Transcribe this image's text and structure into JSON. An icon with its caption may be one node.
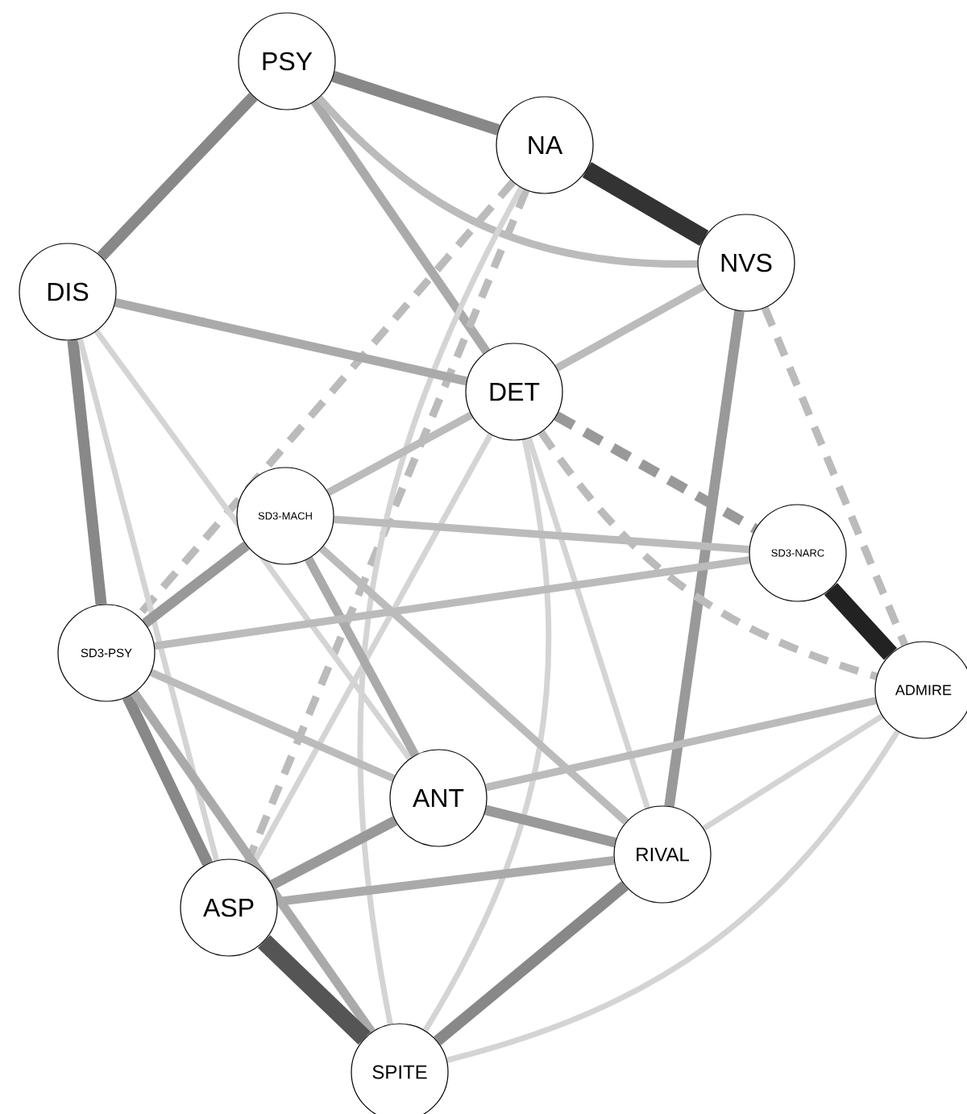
{
  "diagram": {
    "nodes": [
      {
        "text": [
          "PSY"
        ]
      },
      {
        "text": [
          "NA"
        ]
      },
      {
        "text": [
          "NVS"
        ]
      },
      {
        "text": [
          "DIS"
        ]
      },
      {
        "text": [
          "DET"
        ]
      },
      {
        "text": [
          "SD3-MACH"
        ]
      },
      {
        "text": [
          "SD3-NARC"
        ]
      },
      {
        "text": [
          "SD3-PSY"
        ]
      },
      {
        "text": [
          "ADMIRE"
        ]
      },
      {
        "text": [
          "ANT"
        ]
      },
      {
        "text": [
          "RIVAL"
        ]
      },
      {
        "text": [
          "ASP"
        ]
      },
      {
        "text": [
          "SPITE"
        ]
      }
    ],
    "edges": [
      {
        "from": 0,
        "to": 1,
        "arrow": "none",
        "color": "#888888"
      },
      {
        "from": 0,
        "to": 3,
        "arrow": "none",
        "color": "#888888"
      },
      {
        "from": 0,
        "to": 4,
        "arrow": "none",
        "color": "#aaaaaa"
      },
      {
        "from": 0,
        "to": 2,
        "arrow": "none"
      },
      {
        "from": 1,
        "to": 2,
        "arrow": "none",
        "style": "thick",
        "color": "#333333"
      },
      {
        "from": 1,
        "to": 7,
        "arrow": "none",
        "style": "dashed"
      },
      {
        "from": 1,
        "to": 11,
        "arrow": "none",
        "style": "dashed"
      },
      {
        "from": 1,
        "to": 12,
        "arrow": "none",
        "color": "#d4d4d4"
      },
      {
        "from": 3,
        "to": 4,
        "arrow": "none",
        "color": "#aaaaaa"
      },
      {
        "from": 3,
        "to": 7,
        "arrow": "none",
        "color": "#888888"
      },
      {
        "from": 3,
        "to": 9,
        "arrow": "none",
        "color": "#d4d4d4"
      },
      {
        "from": 3,
        "to": 11,
        "arrow": "none",
        "color": "#d4d4d4"
      },
      {
        "from": 2,
        "to": 4,
        "arrow": "none"
      },
      {
        "from": 2,
        "to": 10,
        "arrow": "none",
        "color": "#999999"
      },
      {
        "from": 2,
        "to": 8,
        "arrow": "none",
        "style": "dashed"
      },
      {
        "from": 4,
        "to": 6,
        "arrow": "none",
        "style": "dashed",
        "color": "#999999"
      },
      {
        "from": 4,
        "to": 8,
        "arrow": "none",
        "style": "dashed"
      },
      {
        "from": 4,
        "to": 5,
        "arrow": "none"
      },
      {
        "from": 4,
        "to": 11,
        "arrow": "none",
        "color": "#d4d4d4"
      },
      {
        "from": 4,
        "to": 12,
        "arrow": "none",
        "color": "#d4d4d4"
      },
      {
        "from": 4,
        "to": 10,
        "arrow": "none",
        "color": "#d4d4d4"
      },
      {
        "from": 5,
        "to": 6,
        "arrow": "none"
      },
      {
        "from": 5,
        "to": 7,
        "arrow": "none",
        "color": "#999999"
      },
      {
        "from": 5,
        "to": 9,
        "arrow": "none",
        "color": "#aaaaaa"
      },
      {
        "from": 5,
        "to": 10,
        "arrow": "none"
      },
      {
        "from": 6,
        "to": 8,
        "arrow": "none",
        "style": "thick",
        "color": "#222222"
      },
      {
        "from": 6,
        "to": 7,
        "arrow": "none"
      },
      {
        "from": 7,
        "to": 9,
        "arrow": "none"
      },
      {
        "from": 7,
        "to": 11,
        "arrow": "none",
        "color": "#888888"
      },
      {
        "from": 7,
        "to": 12,
        "arrow": "none",
        "color": "#aaaaaa"
      },
      {
        "from": 8,
        "to": 9,
        "arrow": "none"
      },
      {
        "from": 8,
        "to": 10,
        "arrow": "none",
        "color": "#d4d4d4"
      },
      {
        "from": 8,
        "to": 12,
        "arrow": "none",
        "color": "#d4d4d4"
      },
      {
        "from": 9,
        "to": 10,
        "arrow": "none",
        "color": "#999999"
      },
      {
        "from": 9,
        "to": 11,
        "arrow": "none",
        "color": "#999999"
      },
      {
        "from": 11,
        "to": 10,
        "arrow": "none",
        "color": "#aaaaaa"
      },
      {
        "from": 11,
        "to": 12,
        "arrow": "none",
        "style": "thick",
        "color": "#555555"
      },
      {
        "from": 10,
        "to": 12,
        "arrow": "none",
        "color": "#888888"
      }
    ]
  }
}
